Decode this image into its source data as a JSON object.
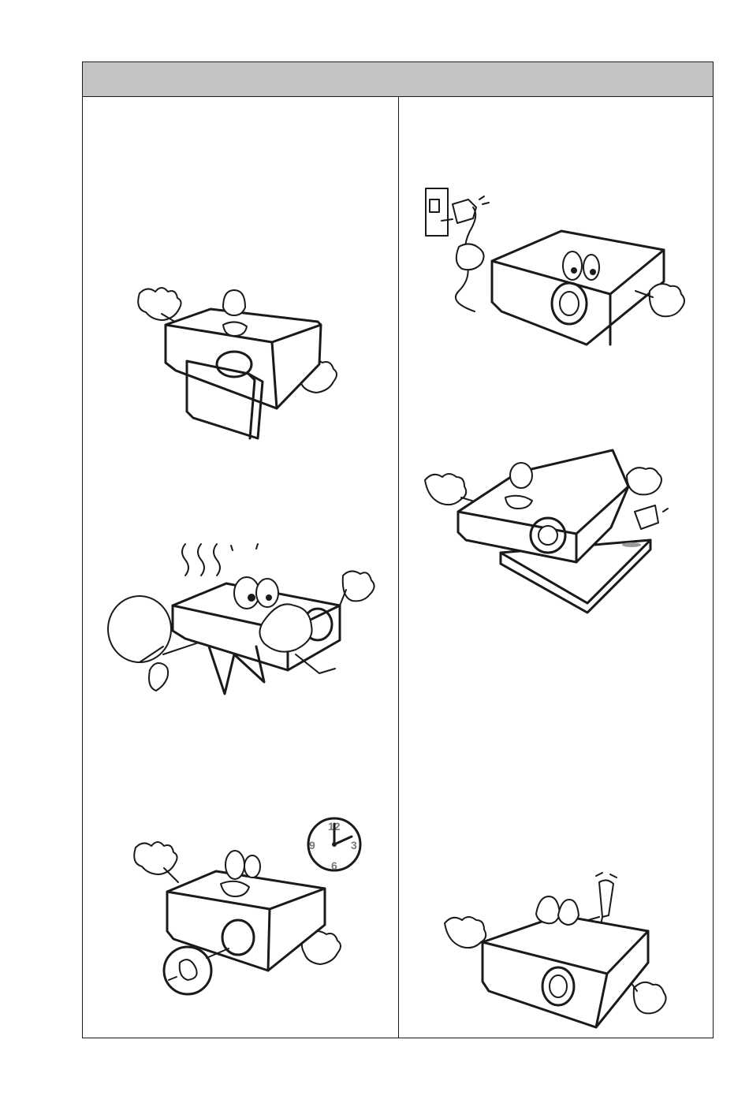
{
  "header": {
    "title": ""
  },
  "clock": {
    "n12": "12",
    "n3": "3",
    "n6": "6",
    "n9": "9"
  },
  "icons": {
    "left": [
      "projector-blocked-lens-icon",
      "projector-overheating-fan-icon",
      "projector-lamp-timer-icon"
    ],
    "right": [
      "projector-unplug-icon",
      "projector-unstable-surface-icon",
      "projector-screwdriver-icon"
    ]
  },
  "colors": {
    "header_bg": "#c4c4c4",
    "ink": "#1a1a1a",
    "clock_digits": "#777777"
  }
}
